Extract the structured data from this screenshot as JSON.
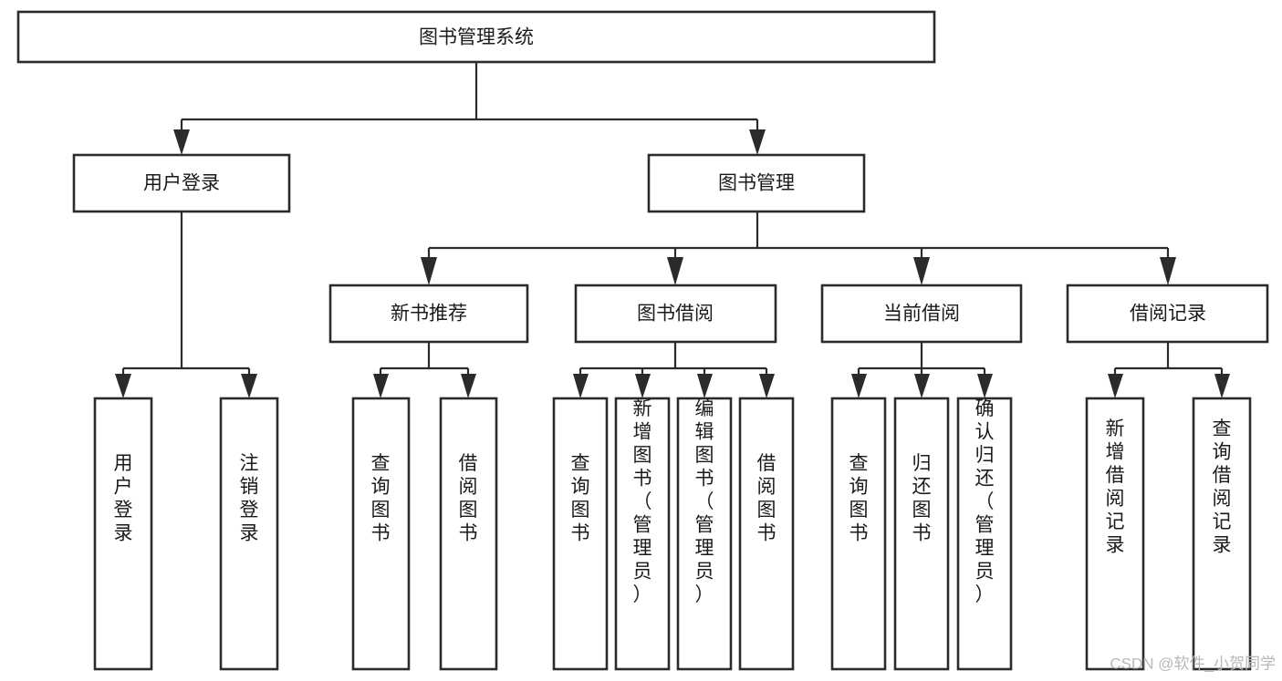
{
  "diagram": {
    "title": "图书管理系统",
    "type": "tree",
    "watermark": "CSDN @软件_小贺同学",
    "colors": {
      "box_stroke": "#2b2b2b",
      "box_fill": "#ffffff",
      "connector": "#2b2b2b",
      "text": "#1a1a1a",
      "watermark": "#b8b8b8",
      "background": "#ffffff"
    },
    "levels": {
      "root": {
        "label": "图书管理系统"
      },
      "level2": [
        {
          "label": "用户登录"
        },
        {
          "label": "图书管理"
        }
      ],
      "level3": [
        {
          "label": "新书推荐"
        },
        {
          "label": "图书借阅"
        },
        {
          "label": "当前借阅"
        },
        {
          "label": "借阅记录"
        }
      ]
    },
    "nodes": {
      "root": "图书管理系统",
      "user_login": "用户登录",
      "book_manage": "图书管理",
      "new_book_rec": "新书推荐",
      "book_borrow": "图书借阅",
      "current_borrow": "当前借阅",
      "borrow_record": "借阅记录",
      "leaf_user_login": "用户登录",
      "leaf_logout": "注销登录",
      "leaf_query_book_1": "查询图书",
      "leaf_borrow_book_1": "借阅图书",
      "leaf_query_book_2": "查询图书",
      "leaf_add_book_admin": "新增图书（管理员）",
      "leaf_edit_book_admin": "编辑图书（管理员）",
      "leaf_borrow_book_2": "借阅图书",
      "leaf_query_book_3": "查询图书",
      "leaf_return_book": "归还图书",
      "leaf_confirm_return_admin": "确认归还（管理员）",
      "leaf_add_record": "新增借阅记录",
      "leaf_query_record": "查询借阅记录"
    },
    "tree": [
      {
        "id": "root",
        "label": "图书管理系统",
        "children": [
          {
            "id": "user-login",
            "label": "用户登录",
            "children": [
              {
                "id": "leaf-user-login",
                "label": "用户登录"
              },
              {
                "id": "leaf-logout",
                "label": "注销登录"
              }
            ]
          },
          {
            "id": "book-manage",
            "label": "图书管理",
            "children": [
              {
                "id": "new-book-rec",
                "label": "新书推荐",
                "children": [
                  {
                    "id": "leaf-query-book-1",
                    "label": "查询图书"
                  },
                  {
                    "id": "leaf-borrow-book-1",
                    "label": "借阅图书"
                  }
                ]
              },
              {
                "id": "book-borrow",
                "label": "图书借阅",
                "children": [
                  {
                    "id": "leaf-query-book-2",
                    "label": "查询图书"
                  },
                  {
                    "id": "leaf-add-book-admin",
                    "label": "新增图书（管理员）"
                  },
                  {
                    "id": "leaf-edit-book-admin",
                    "label": "编辑图书（管理员）"
                  },
                  {
                    "id": "leaf-borrow-book-2",
                    "label": "借阅图书"
                  }
                ]
              },
              {
                "id": "current-borrow",
                "label": "当前借阅",
                "children": [
                  {
                    "id": "leaf-query-book-3",
                    "label": "查询图书"
                  },
                  {
                    "id": "leaf-return-book",
                    "label": "归还图书"
                  },
                  {
                    "id": "leaf-confirm-return-admin",
                    "label": "确认归还（管理员）"
                  }
                ]
              },
              {
                "id": "borrow-record",
                "label": "借阅记录",
                "children": [
                  {
                    "id": "leaf-add-record",
                    "label": "新增借阅记录"
                  },
                  {
                    "id": "leaf-query-record",
                    "label": "查询借阅记录"
                  }
                ]
              }
            ]
          }
        ]
      }
    ]
  }
}
